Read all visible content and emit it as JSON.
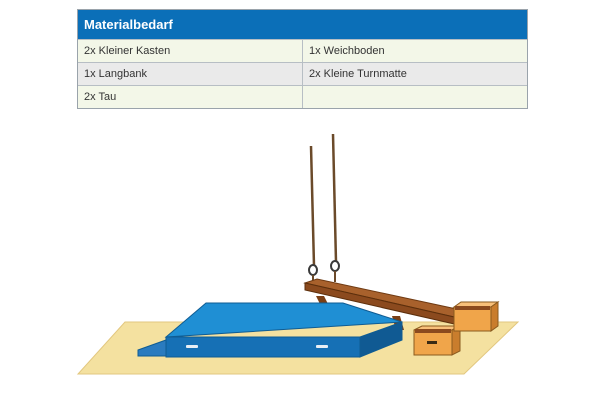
{
  "table": {
    "header": "Materialbedarf",
    "rows": [
      [
        "2x Kleiner Kasten",
        "1x Weichboden"
      ],
      [
        "1x Langbank",
        "2x Kleine Turnmatte"
      ],
      [
        "2x Tau",
        ""
      ]
    ]
  },
  "colors": {
    "header_bg": "#0b6fb8",
    "mat_blue": "#1f8fd4",
    "floor_mat": "#f4e1a0",
    "wood": "#8b4a1e",
    "box_orange": "#f0a54a"
  },
  "illustration": {
    "icons": [
      "climbing-rope-icon",
      "soft-mat-icon",
      "long-bench-icon",
      "small-box-icon",
      "floor-mat-icon"
    ]
  }
}
